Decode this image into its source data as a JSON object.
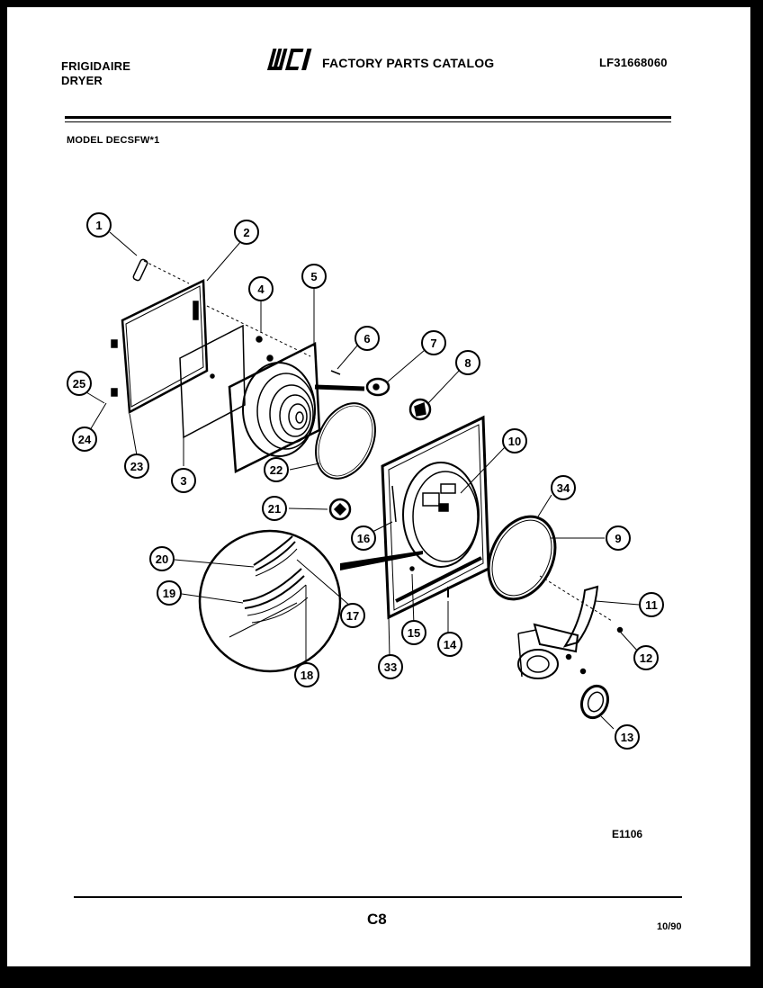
{
  "header": {
    "brand": "FRIGIDAIRE",
    "product": "DRYER",
    "logo_text": "WCI",
    "catalog_title": "FACTORY PARTS CATALOG",
    "catalog_number": "LF31668060",
    "model": "MODEL DECSFW*1"
  },
  "footer": {
    "figure_code": "E1106",
    "page_code": "C8",
    "date": "10/90"
  },
  "callouts": {
    "c1": "1",
    "c2": "2",
    "c3": "3",
    "c4": "4",
    "c5": "5",
    "c6": "6",
    "c7": "7",
    "c8": "8",
    "c9": "9",
    "c10": "10",
    "c11": "11",
    "c12": "12",
    "c13": "13",
    "c14": "14",
    "c15": "15",
    "c16": "16",
    "c17": "17",
    "c18": "18",
    "c19": "19",
    "c20": "20",
    "c21": "21",
    "c22": "22",
    "c23": "23",
    "c24": "24",
    "c25": "25",
    "c33": "33",
    "c34": "34"
  }
}
